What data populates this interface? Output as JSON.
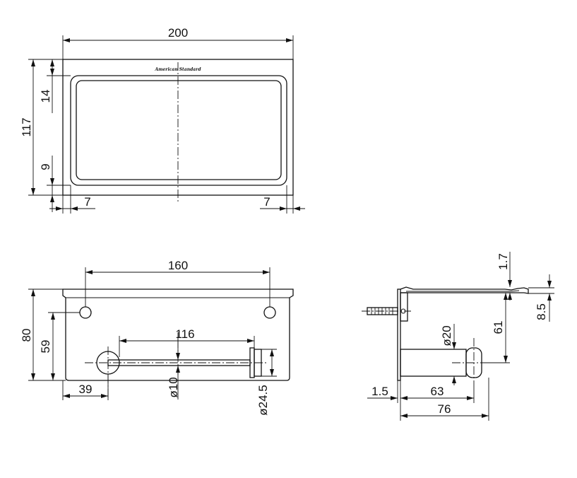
{
  "drawing": {
    "brand_mark": "American Standard",
    "top_view": {
      "width": "200",
      "height": "117",
      "top_margin": "14",
      "bottom_margin": "9",
      "left_margin": "7",
      "right_margin": "7"
    },
    "front_view": {
      "hole_spacing": "160",
      "height": "80",
      "hole_height": "59",
      "roller_length": "116",
      "roller_offset": "39",
      "roller_diameter": "ø10",
      "end_cap_diameter": "ø24.5"
    },
    "side_view": {
      "sheet_thickness": "1.7",
      "lip_height": "8.5",
      "roller_drop": "61",
      "roller_diameter": "ø20",
      "wall_plate": "1.5",
      "roller_depth": "63",
      "total_depth": "76"
    }
  }
}
